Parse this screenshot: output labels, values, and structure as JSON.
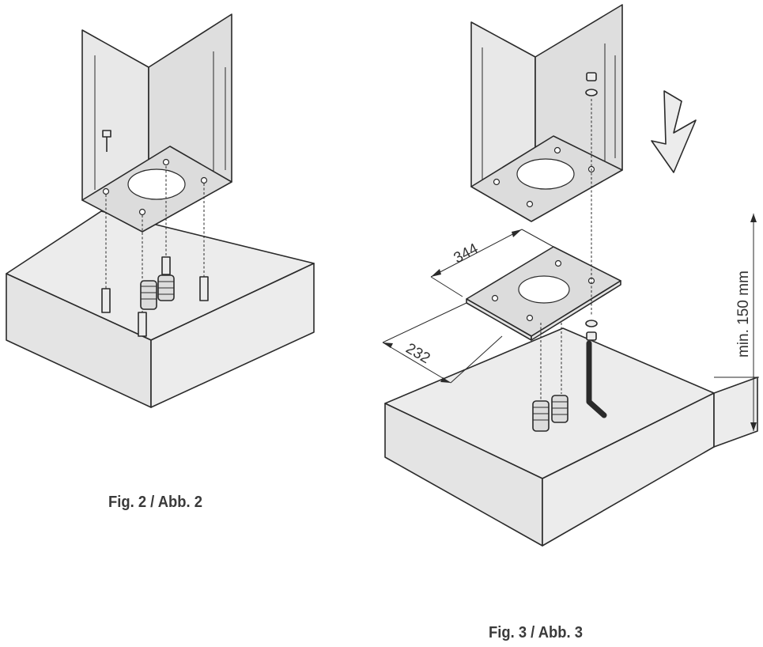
{
  "figures": {
    "fig2": {
      "caption": "Fig. 2 / Abb. 2"
    },
    "fig3": {
      "caption": "Fig. 3 / Abb. 3",
      "dimension_width": "344",
      "dimension_depth": "232",
      "dimension_height": "min. 150 mm"
    }
  },
  "colors": {
    "line": "#2a2a2a",
    "fill_light": "#ececec",
    "fill_mid": "#dcdcdc",
    "caption_text": "#3a3a3a"
  }
}
